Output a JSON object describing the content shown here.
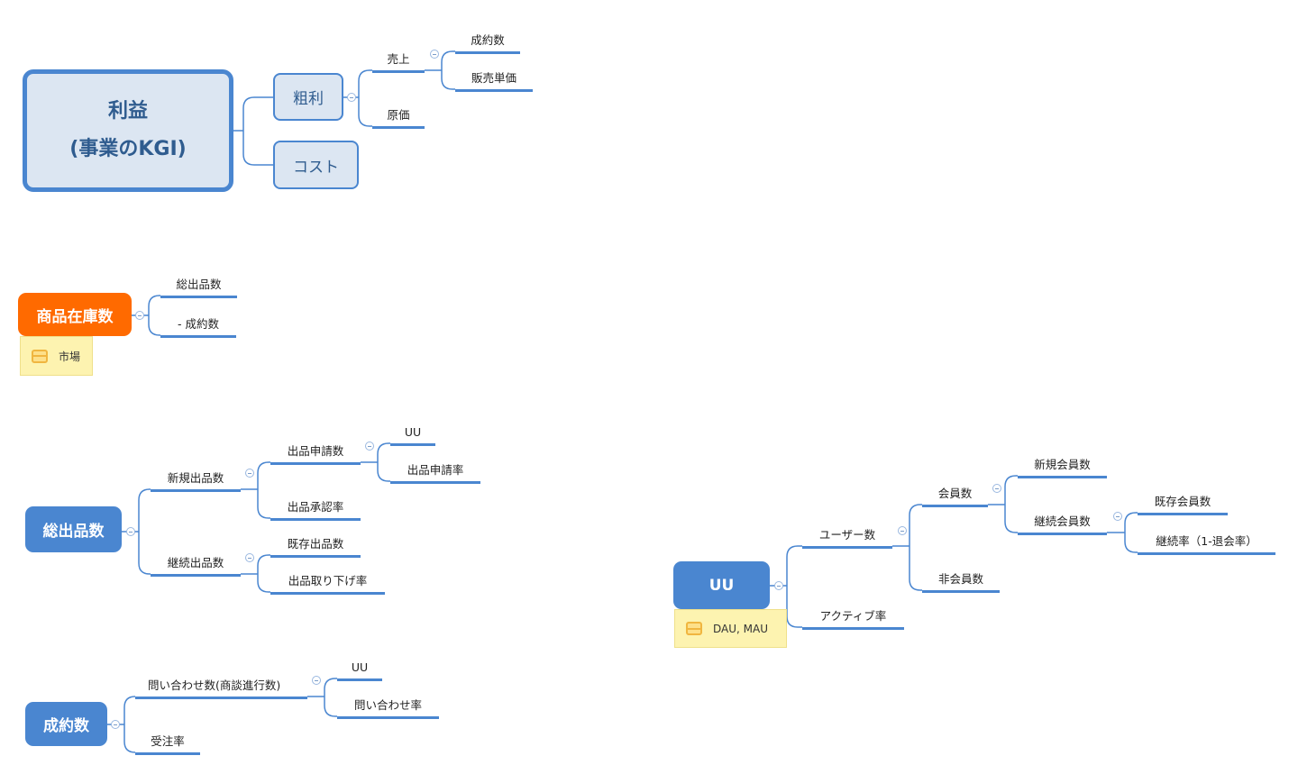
{
  "kgi_tree": {
    "root_line1": "利益",
    "root_line2": "(事業のKGI)",
    "gross_profit": "粗利",
    "cost": "コスト",
    "sales": "売上",
    "cost_of_goods": "原価",
    "deals": "成約数",
    "unit_price": "販売単価"
  },
  "inventory_tree": {
    "root": "商品在庫数",
    "note": "市場",
    "total_listings": "総出品数",
    "minus_deals": "- 成約数"
  },
  "listings_tree": {
    "root": "総出品数",
    "new_listings": "新規出品数",
    "continuing_listings": "継続出品数",
    "listing_applications": "出品申請数",
    "listing_approval_rate": "出品承認率",
    "existing_listings": "既存出品数",
    "listing_withdrawal_rate": "出品取り下げ率",
    "uu": "UU",
    "listing_application_rate": "出品申請率"
  },
  "deals_tree": {
    "root": "成約数",
    "inquiries": "問い合わせ数(商談進行数)",
    "order_rate": "受注率",
    "uu": "UU",
    "inquiry_rate": "問い合わせ率"
  },
  "uu_tree": {
    "root": "UU",
    "note": "DAU, MAU",
    "users": "ユーザー数",
    "active_rate": "アクティブ率",
    "members": "会員数",
    "non_members": "非会員数",
    "new_members": "新規会員数",
    "continuing_members": "継続会員数",
    "existing_members": "既存会員数",
    "retention_rate": "継続率（1-退会率）"
  },
  "colors": {
    "accent": "#4a86d0",
    "node_fill": "#dce6f2",
    "orange": "#ff6a00",
    "note": "#fdf3b0"
  }
}
